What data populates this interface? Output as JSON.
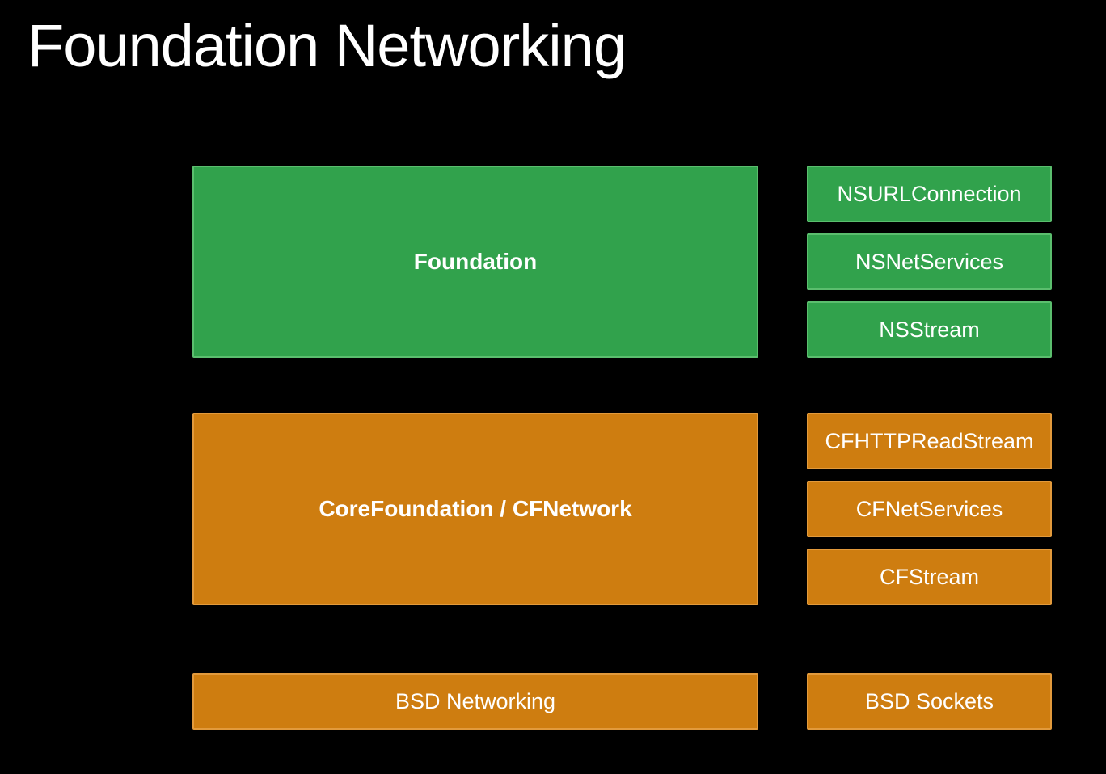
{
  "slide": {
    "title": "Foundation Networking",
    "background_color": "#000000",
    "text_color": "#ffffff"
  },
  "colors": {
    "green_fill": "#31a24c",
    "green_border": "#5bbe6e",
    "orange_fill": "#ce7d10",
    "orange_border": "#e29a3c"
  },
  "diagram": {
    "layers": [
      {
        "id": "foundation",
        "color": "green",
        "main": {
          "label": "Foundation"
        },
        "items": [
          {
            "label": "NSURLConnection"
          },
          {
            "label": "NSNetServices"
          },
          {
            "label": "NSStream"
          }
        ]
      },
      {
        "id": "corefoundation-cfnetwork",
        "color": "orange",
        "main": {
          "label": "CoreFoundation / CFNetwork"
        },
        "items": [
          {
            "label": "CFHTTPReadStream"
          },
          {
            "label": "CFNetServices"
          },
          {
            "label": "CFStream"
          }
        ]
      },
      {
        "id": "bsd",
        "color": "orange",
        "main": {
          "label": "BSD Networking"
        },
        "items": [
          {
            "label": "BSD Sockets"
          }
        ]
      }
    ]
  }
}
